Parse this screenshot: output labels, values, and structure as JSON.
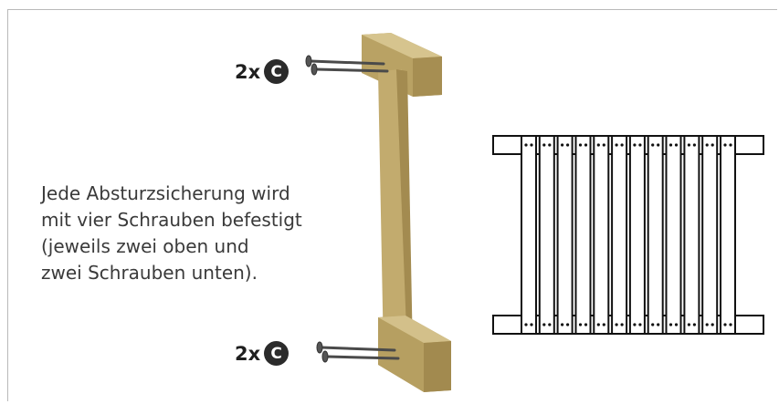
{
  "colors": {
    "wood_light": "#c9b47a",
    "wood_mid": "#b39a5c",
    "wood_dark": "#8f7a43",
    "screw": "#555555",
    "badge": "#2b2b2b",
    "text": "#3a3a3a"
  },
  "screws_top": {
    "count": "2x",
    "part": "C"
  },
  "screws_bottom": {
    "count": "2x",
    "part": "C"
  },
  "description": {
    "line1": "Jede Absturzsicherung wird",
    "line2": "mit vier Schrauben befestigt",
    "line3": "(jeweils zwei oben und",
    "line4": "zwei Schrauben unten)."
  },
  "railing_diagram": {
    "pickets": 12,
    "screws_per_picket_end": 2
  }
}
